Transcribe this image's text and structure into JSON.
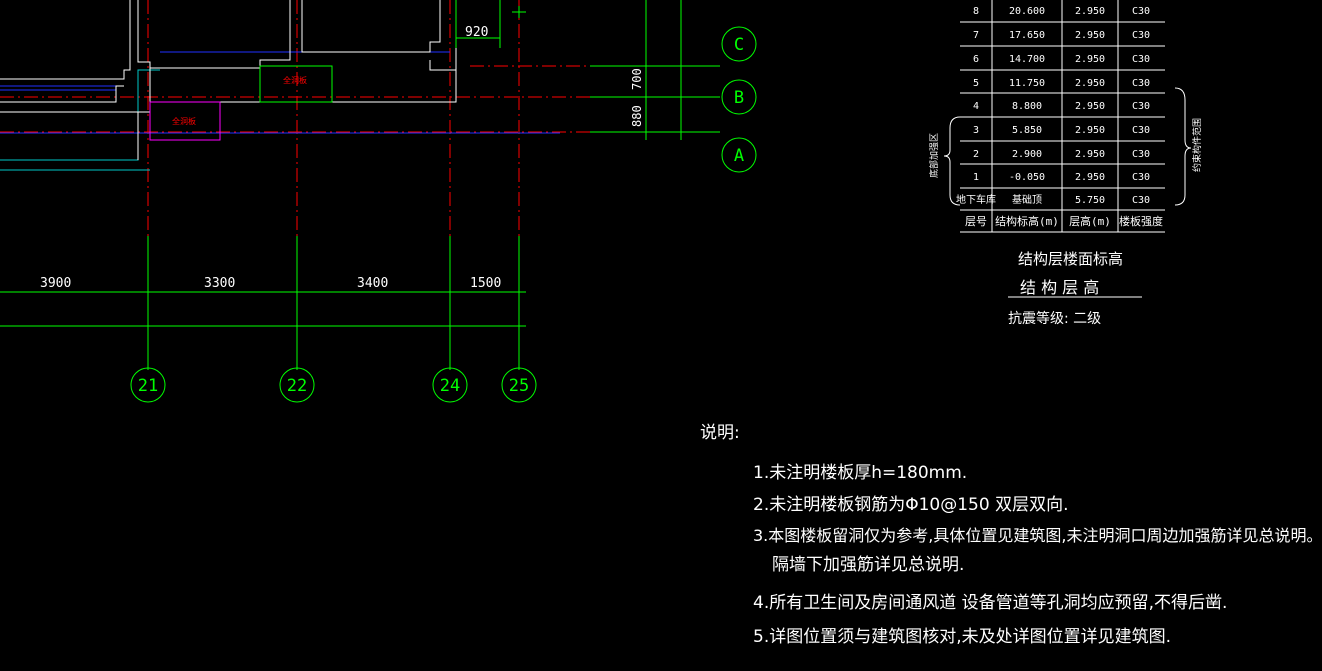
{
  "grid_axes_vertical": [
    "21",
    "22",
    "24",
    "25"
  ],
  "grid_axes_horizontal": [
    "C",
    "B",
    "A"
  ],
  "span_dims": [
    "3900",
    "3300",
    "3400",
    "1500"
  ],
  "side_dims": [
    "700",
    "880"
  ],
  "top_dim": "920",
  "opening_labels": [
    "全洞板",
    "全洞板"
  ],
  "floor_table": {
    "rows": [
      {
        "floor": "8",
        "elev": "20.600",
        "height": "2.950",
        "grade": "C30"
      },
      {
        "floor": "7",
        "elev": "17.650",
        "height": "2.950",
        "grade": "C30"
      },
      {
        "floor": "6",
        "elev": "14.700",
        "height": "2.950",
        "grade": "C30"
      },
      {
        "floor": "5",
        "elev": "11.750",
        "height": "2.950",
        "grade": "C30"
      },
      {
        "floor": "4",
        "elev": "8.800",
        "height": "2.950",
        "grade": "C30"
      },
      {
        "floor": "3",
        "elev": "5.850",
        "height": "2.950",
        "grade": "C30"
      },
      {
        "floor": "2",
        "elev": "2.900",
        "height": "2.950",
        "grade": "C30"
      },
      {
        "floor": "1",
        "elev": "-0.050",
        "height": "2.950",
        "grade": "C30"
      },
      {
        "floor": "地下车库",
        "elev": "基础顶",
        "height": "5.750",
        "grade": "C30"
      }
    ],
    "header": {
      "floor": "层号",
      "elev": "结构标高(m)",
      "height": "层高(m)",
      "grade": "楼板强度"
    },
    "left_brace_label": "底部加强区",
    "right_brace_label": "约束构件范围",
    "title_line1": "结构层楼面标高",
    "title_line2": "结 构 层 高",
    "seismic_grade": "抗震等级: 二级"
  },
  "notes": {
    "title": "说明:",
    "items": [
      "1.未注明楼板厚h=180mm.",
      "2.未注明楼板钢筋为Φ10@150 双层双向.",
      "3.本图楼板留洞仅为参考,具体位置见建筑图,未注明洞口周边加强筋详见总说明。",
      "隔墙下加强筋详见总说明.",
      "4.所有卫生间及房间通风道 设备管道等孔洞均应预留,不得后凿.",
      "5.详图位置须与建筑图核对,未及处详图位置详见建筑图."
    ]
  },
  "colors": {
    "grid": "#ff0000",
    "axis": "#00ff00",
    "wall": "#ffffff",
    "beam": "#0000ff",
    "text": "#ffffff",
    "opening": "#ff00ff"
  }
}
